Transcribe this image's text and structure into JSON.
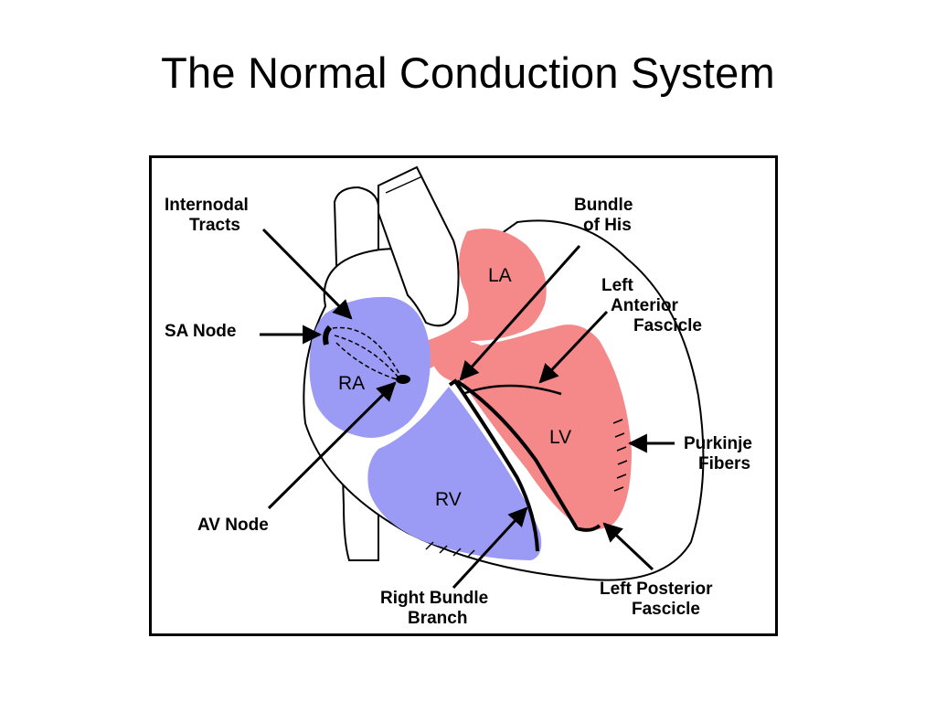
{
  "slide": {
    "title": "The Normal Conduction System"
  },
  "colors": {
    "right_heart": "#9b9bf5",
    "left_heart": "#f58888",
    "outline": "#000000",
    "background": "#ffffff"
  },
  "chambers": {
    "ra": "RA",
    "rv": "RV",
    "la": "LA",
    "lv": "LV"
  },
  "labels": {
    "internodal_tracts": [
      "Internodal",
      "Tracts"
    ],
    "sa_node": "SA Node",
    "av_node": "AV Node",
    "bundle_of_his": [
      "Bundle",
      "of His"
    ],
    "left_anterior_fascicle": [
      "Left",
      "Anterior",
      "Fascicle"
    ],
    "purkinje_fibers": [
      "Purkinje",
      "Fibers"
    ],
    "left_posterior_fascicle": [
      "Left Posterior",
      "Fascicle"
    ],
    "right_bundle_branch": [
      "Right Bundle",
      "Branch"
    ]
  }
}
